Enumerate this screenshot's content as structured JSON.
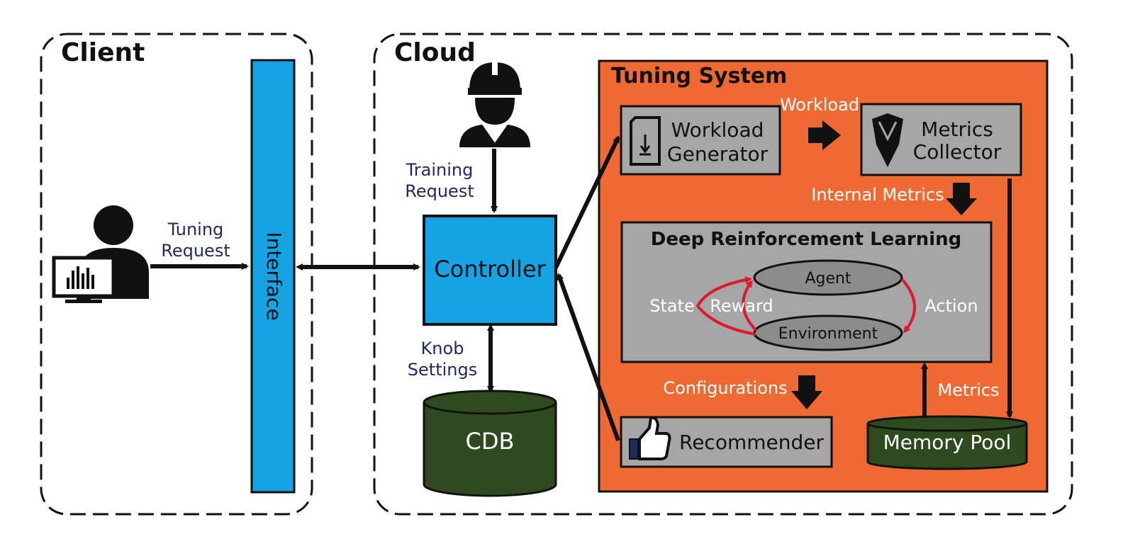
{
  "client": {
    "title": "Client"
  },
  "cloud": {
    "title": "Cloud"
  },
  "interface": {
    "label": "Interface"
  },
  "client_request": {
    "line1": "Tuning",
    "line2": "Request"
  },
  "training_request": {
    "line1": "Training",
    "line2": "Request"
  },
  "controller": {
    "label": "Controller"
  },
  "knob_settings": {
    "line1": "Knob",
    "line2": "Settings"
  },
  "cdb": {
    "label": "CDB"
  },
  "tuning_system": {
    "title": "Tuning System",
    "workload_label": "Workload",
    "workload_generator": {
      "line1": "Workload",
      "line2": "Generator"
    },
    "metrics_collector": {
      "line1": "Metrics",
      "line2": "Collector"
    },
    "internal_metrics_label": "Internal Metrics",
    "drl": {
      "title": "Deep Reinforcement Learning",
      "agent": "Agent",
      "environment": "Environment",
      "state": "State",
      "reward": "Reward",
      "action": "Action"
    },
    "configurations_label": "Configurations",
    "metrics_label": "Metrics",
    "recommender": "Recommender",
    "memory_pool": "Memory Pool"
  },
  "colors": {
    "interface_blue": "#16a3e3",
    "tuning_orange": "#ef6a32",
    "module_gray": "#a6a6a6",
    "node_gray": "#8c8c8c",
    "db_green": "#2f4a1f",
    "loop_red": "#e0182d",
    "label_navy": "#1f2a5c"
  }
}
